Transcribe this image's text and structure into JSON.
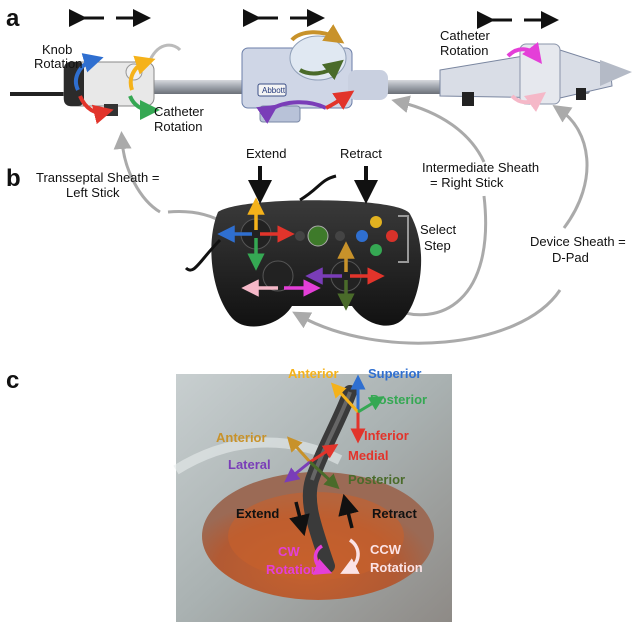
{
  "panels": {
    "a": "a",
    "b": "b",
    "c": "c"
  },
  "panel_a": {
    "knob_rotation": [
      "Knob",
      "Rotation"
    ],
    "catheter_rotation_left": [
      "Catheter",
      "Rotation"
    ],
    "catheter_rotation_right": [
      "Catheter",
      "Rotation"
    ],
    "brand_label": "Abbott"
  },
  "panel_b": {
    "extend": "Extend",
    "retract": "Retract",
    "transseptal": [
      "Transseptal Sheath =",
      "Left Stick"
    ],
    "intermediate": [
      "Intermediate Sheath",
      "= Right Stick"
    ],
    "select_step": [
      "Select",
      "Step"
    ],
    "device_sheath": [
      "Device Sheath =",
      "D-Pad"
    ]
  },
  "panel_c": {
    "anterior_top": "Anterior",
    "superior": "Superior",
    "posterior_top": "Posterior",
    "inferior": "Inferior",
    "anterior_left": "Anterior",
    "medial": "Medial",
    "lateral": "Lateral",
    "posterior_mid": "Posterior",
    "extend": "Extend",
    "retract": "Retract",
    "cw": [
      "CW",
      "Rotation"
    ],
    "ccw": [
      "CCW",
      "Rotation"
    ]
  },
  "colors": {
    "blue": "#2f6fd0",
    "yellow": "#f5b21a",
    "green": "#35a853",
    "red": "#e2342b",
    "purple": "#7a3db8",
    "olive": "#4a6b2a",
    "pink": "#e43fd8",
    "lightpink": "#f5b8c8",
    "amber": "#c8922a",
    "arrowgray": "#aaaaaa"
  }
}
